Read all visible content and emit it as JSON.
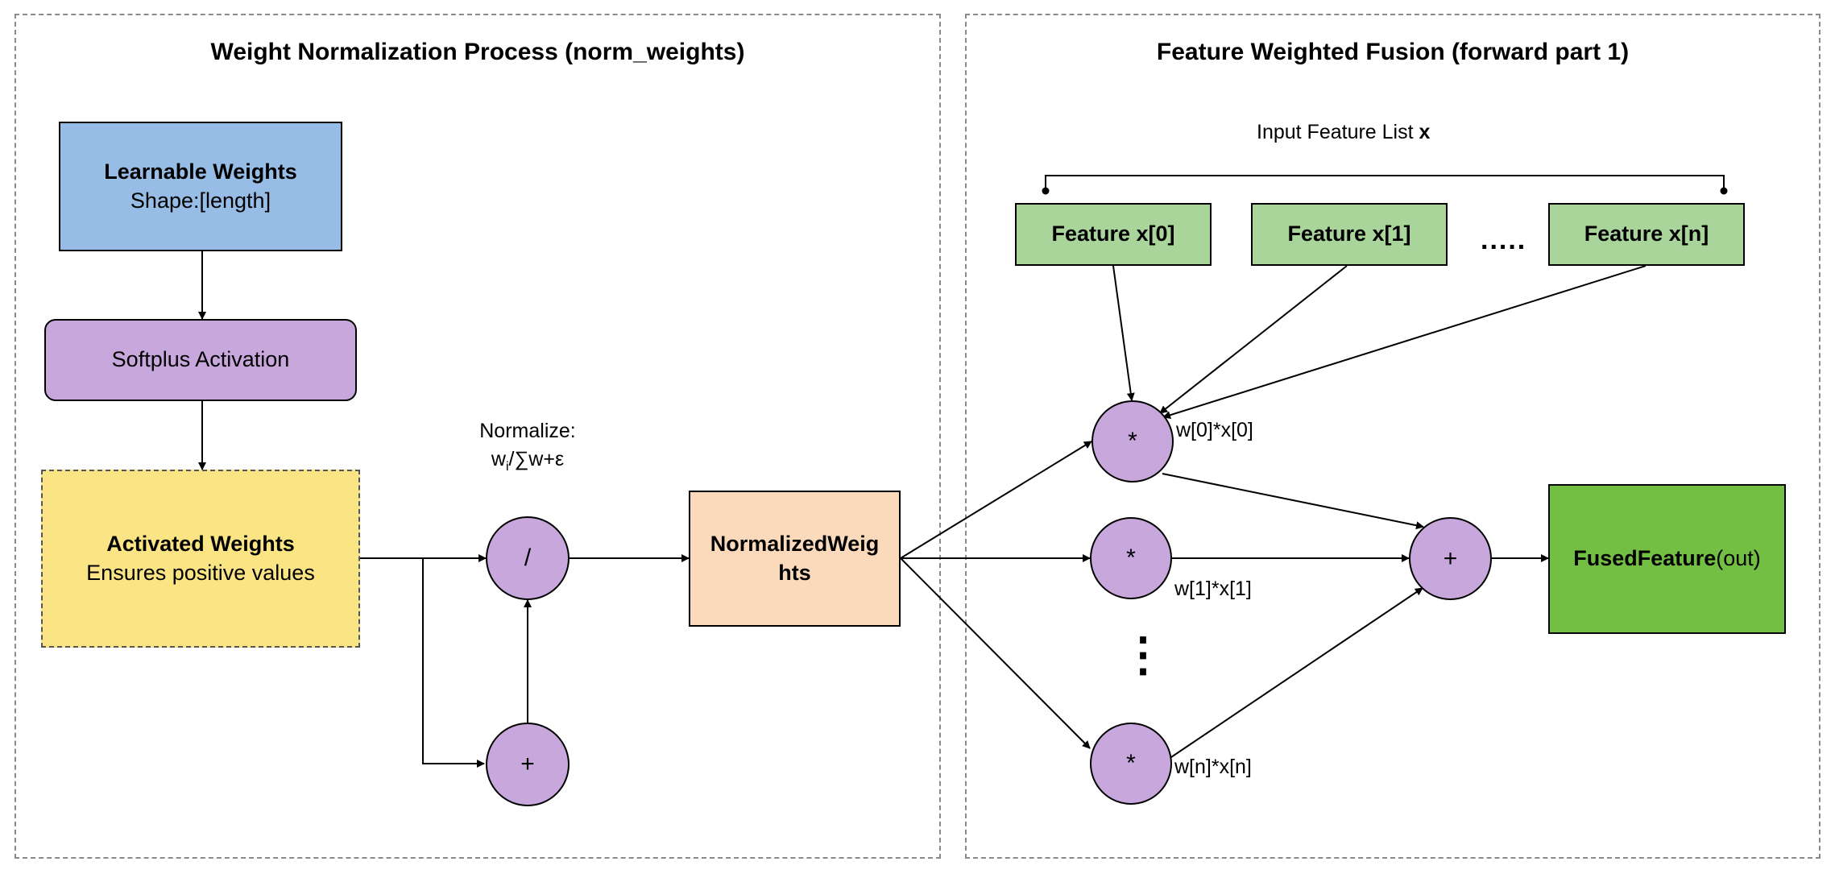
{
  "left_panel": {
    "title": "Weight Normalization Process (norm_weights)",
    "learnable": {
      "title": "Learnable Weights",
      "subtitle": "Shape:[length]"
    },
    "softplus": {
      "label": "Softplus Activation"
    },
    "activated": {
      "title": "Activated Weights",
      "subtitle": "Ensures positive values"
    },
    "normalize_label": {
      "line1": "Normalize:",
      "w": "w",
      "sub": "i",
      "rest": "/∑w+ε"
    },
    "divide_op": "/",
    "add_op": "+"
  },
  "normalized_weights": {
    "line1": "NormalizedWeig",
    "line2": "hts"
  },
  "right_panel": {
    "title": "Feature Weighted Fusion (forward part 1)",
    "input_list_label": {
      "text": "Input Feature List ",
      "bold": "x"
    },
    "features": [
      "Feature x[0]",
      "Feature x[1]",
      "Feature x[n]"
    ],
    "ellipsis": ".....",
    "mult_op": "*",
    "mult_labels": [
      "w[0]*x[0]",
      "w[1]*x[1]",
      "w[n]*x[n]"
    ],
    "vertical_dots": "⋮",
    "sum_op": "+",
    "output": {
      "bold": "FusedFeature",
      "normal": "(out)"
    }
  },
  "colors": {
    "learnable": "#97bde6",
    "softplus": "#c8a8dc",
    "activated": "#fbe483",
    "normalized": "#fbdabb",
    "feature": "#a9d49a",
    "output": "#72bf44",
    "operator": "#c8a8dc"
  }
}
